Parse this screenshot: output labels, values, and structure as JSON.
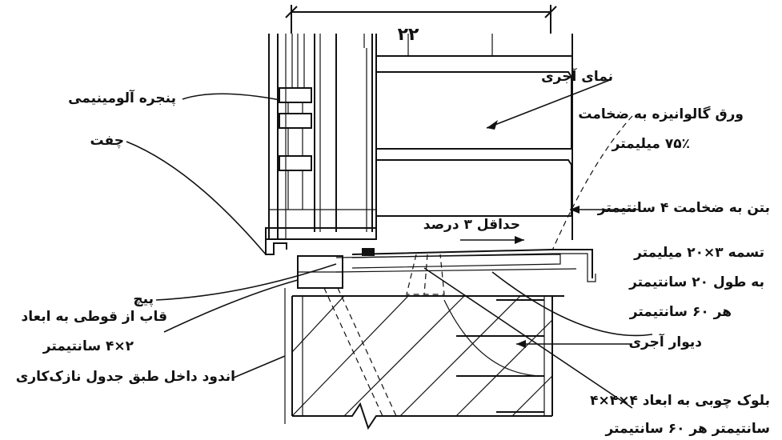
{
  "dimension": {
    "value": "۲۲"
  },
  "labels": {
    "brick_facade": "نمای آجری",
    "aluminum_window": "پنجره آلومینیمی",
    "galvanized_sheet_line1": "ورق گالوانیزه به ضخامت",
    "galvanized_sheet_line2": "۷۵٪ میلیمتر",
    "gasket": "چفت",
    "min_slope": "حداقل ۳ درصد",
    "concrete": "بتن به ضخامت ۴ سانتیمتر",
    "screw": "پیچ",
    "strap_line1": "تسمه ۳×۲۰ میلیمتر",
    "strap_line2": "به طول ۲۰ سانتیمتر",
    "strap_line3": "هر ۶۰ سانتیمتر",
    "box_frame_line1": "قاب از قوطی به ابعاد",
    "box_frame_line2": "۲×۴ سانتیمتر",
    "brick_wall": "دیوار آجری",
    "plaster": "اندود داخل طبق جدول نازک‌کاری",
    "wood_block_line1": "بلوک چوبی به ابعاد ۴×۴×۴",
    "wood_block_line2": "سانتیمتر هر ۶۰ سانتیمتر"
  }
}
